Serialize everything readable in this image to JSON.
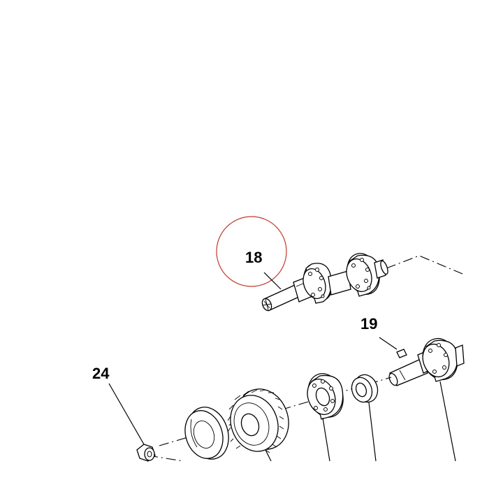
{
  "callouts": {
    "c18": "18",
    "c19": "19",
    "c24": "24"
  },
  "highlight": {
    "target": "18",
    "color": "#c0392b"
  }
}
